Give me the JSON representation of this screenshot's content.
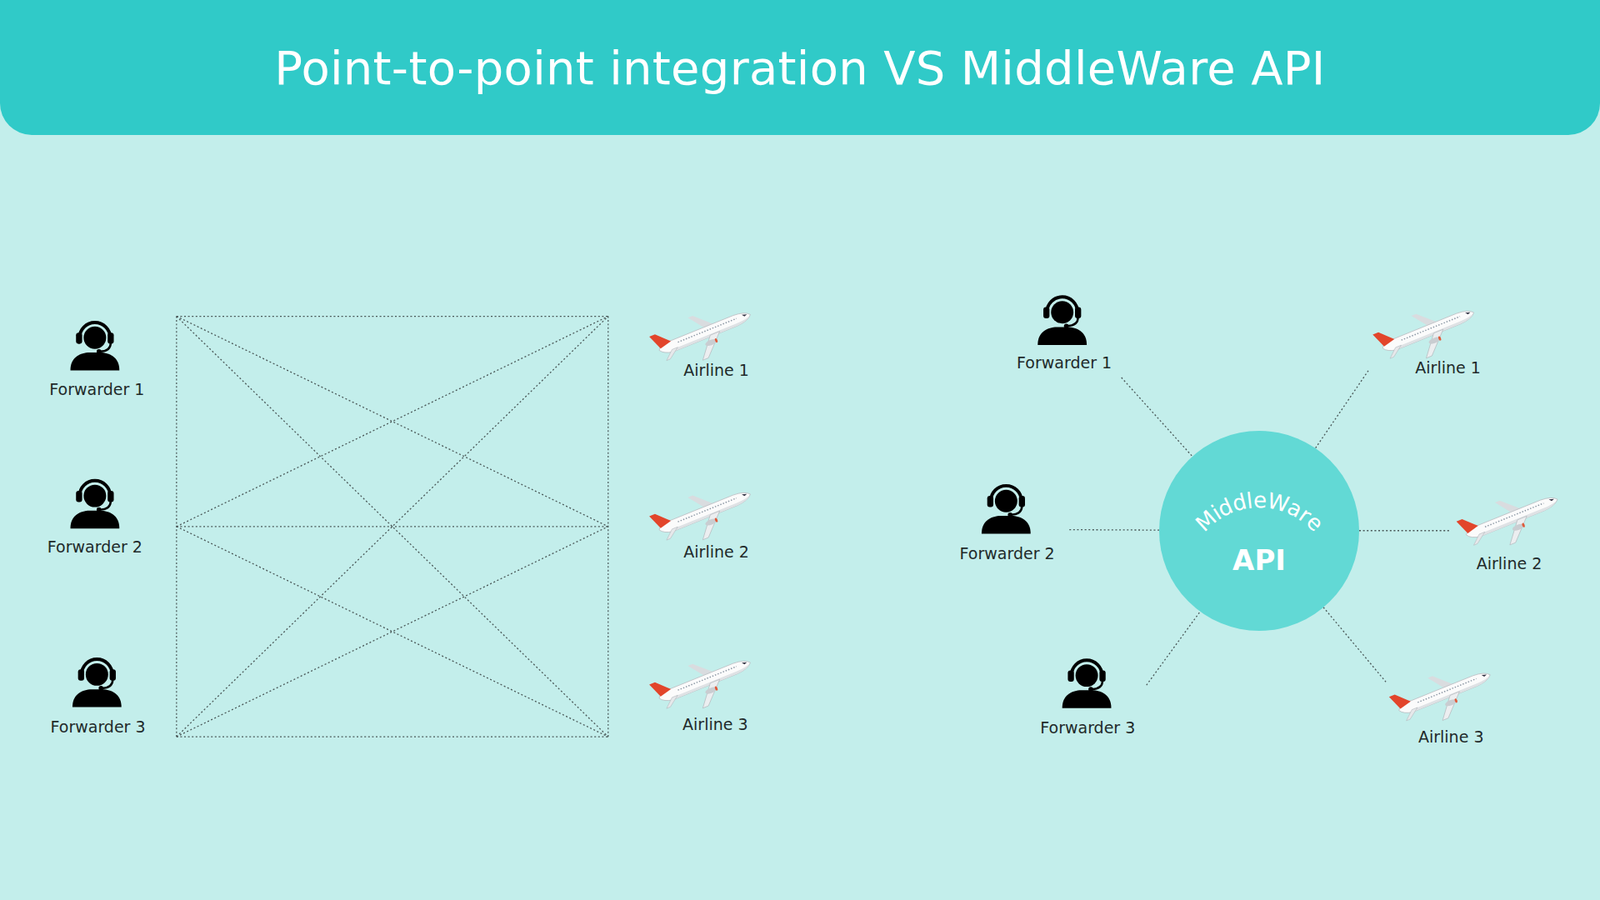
{
  "diagram": {
    "title": "Point-to-point integration VS MiddleWare API",
    "nodes": [
      {
        "text": [
          "Forwarder 1"
        ]
      },
      {
        "text": [
          "Forwarder 2"
        ]
      },
      {
        "text": [
          "Forwarder 3"
        ]
      },
      {
        "text": [
          "Airline 1"
        ]
      },
      {
        "text": [
          "Airline 2"
        ]
      },
      {
        "text": [
          "Airline 3"
        ]
      },
      {
        "text": [
          "Forwarder 1"
        ]
      },
      {
        "text": [
          "Forwarder 2"
        ]
      },
      {
        "text": [
          "Forwarder 3"
        ]
      },
      {
        "text": [
          "MiddleWare",
          "API"
        ]
      },
      {
        "text": [
          "Airline 1"
        ]
      },
      {
        "text": [
          "Airline 2"
        ]
      },
      {
        "text": [
          "Airline 3"
        ]
      }
    ],
    "edges": [
      {
        "from": 0,
        "to": 3,
        "arrow": "none"
      },
      {
        "from": 0,
        "to": 4,
        "arrow": "none"
      },
      {
        "from": 0,
        "to": 5,
        "arrow": "none"
      },
      {
        "from": 1,
        "to": 3,
        "arrow": "none"
      },
      {
        "from": 1,
        "to": 4,
        "arrow": "none"
      },
      {
        "from": 1,
        "to": 5,
        "arrow": "none"
      },
      {
        "from": 2,
        "to": 3,
        "arrow": "none"
      },
      {
        "from": 2,
        "to": 4,
        "arrow": "none"
      },
      {
        "from": 2,
        "to": 5,
        "arrow": "none"
      },
      {
        "from": 6,
        "to": 9,
        "arrow": "none"
      },
      {
        "from": 7,
        "to": 9,
        "arrow": "none"
      },
      {
        "from": 8,
        "to": 9,
        "arrow": "none"
      },
      {
        "from": 9,
        "to": 10,
        "arrow": "none"
      },
      {
        "from": 9,
        "to": 11,
        "arrow": "none"
      },
      {
        "from": 9,
        "to": 12,
        "arrow": "none"
      }
    ]
  }
}
